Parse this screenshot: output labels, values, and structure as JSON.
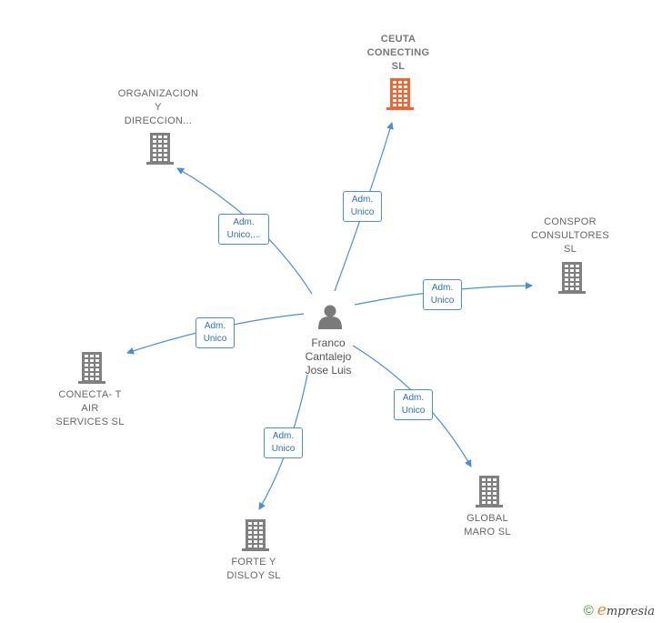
{
  "colors": {
    "edge": "#4a8fd6",
    "building": "#808080",
    "building_highlight": "#f26531",
    "person": "#7a7a7a"
  },
  "center": {
    "name": "Franco\nCantalejo\nJose Luis",
    "icon": "person-icon"
  },
  "companies": [
    {
      "id": "ceuta",
      "name": "CEUTA\nCONECTING\nSL",
      "highlight": true,
      "icon": "building-icon"
    },
    {
      "id": "organizacion",
      "name": "ORGANIZACION\nY\nDIRECCION...",
      "highlight": false,
      "icon": "building-icon"
    },
    {
      "id": "conspor",
      "name": "CONSPOR\nCONSULTORES\nSL",
      "highlight": false,
      "icon": "building-icon"
    },
    {
      "id": "conecta",
      "name": "CONECTA- T\nAIR\nSERVICES  SL",
      "highlight": false,
      "icon": "building-icon"
    },
    {
      "id": "global",
      "name": "GLOBAL\nMARO  SL",
      "highlight": false,
      "icon": "building-icon"
    },
    {
      "id": "forte",
      "name": "FORTE Y\nDISLOY  SL",
      "highlight": false,
      "icon": "building-icon"
    }
  ],
  "relations": [
    {
      "to": "ceuta",
      "label": "Adm.\nUnico"
    },
    {
      "to": "organizacion",
      "label": "Adm.\nUnico,..."
    },
    {
      "to": "conspor",
      "label": "Adm.\nUnico"
    },
    {
      "to": "conecta",
      "label": "Adm.\nUnico"
    },
    {
      "to": "global",
      "label": "Adm.\nUnico"
    },
    {
      "to": "forte",
      "label": "Adm.\nUnico"
    }
  ],
  "watermark": {
    "symbol": "©",
    "brand_initial": "e",
    "brand_rest": "mpresia"
  }
}
